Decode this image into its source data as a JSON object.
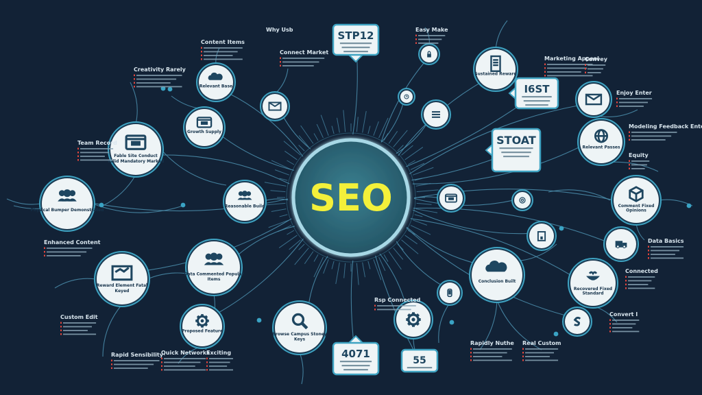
{
  "hub": {
    "label": "SEO"
  },
  "colors": {
    "background": "#122236",
    "hub_fill": "#2d6b78",
    "hub_ring": "#a8d8e6",
    "node_fill": "#eef4f6",
    "node_ring": "#3fa3c2",
    "line": "#4c8fae",
    "accent_red": "#e0463e",
    "seo_text": "#f3f03a"
  },
  "boxes": [
    {
      "id": "stp12",
      "title": "STP12",
      "icon": "none"
    },
    {
      "id": "i6st",
      "title": "I6ST",
      "icon": "none"
    },
    {
      "id": "stoat",
      "title": "STOAT",
      "icon": "none"
    },
    {
      "id": "n4071",
      "title": "4071",
      "icon": "none"
    },
    {
      "id": "n55",
      "title": "55",
      "icon": "none"
    }
  ],
  "nodes": [
    {
      "id": "team-left",
      "icon": "people-icon",
      "label": "Physical Bumper Demonstrated"
    },
    {
      "id": "browser",
      "icon": "browser-icon",
      "label": "Fable Site Conduct Valid Mandatory Marked"
    },
    {
      "id": "screen-a",
      "icon": "monitor-icon",
      "label": "Growth Supply"
    },
    {
      "id": "cloud-a",
      "icon": "cloud-icon",
      "label": "Relevant Base"
    },
    {
      "id": "mail-a",
      "icon": "mail-icon",
      "label": ""
    },
    {
      "id": "team-mid",
      "icon": "people-icon",
      "label": "Reasonable Build"
    },
    {
      "id": "chart-l",
      "icon": "chart-icon",
      "label": "Reward Element Fatal Keyed"
    },
    {
      "id": "team-low",
      "icon": "people-icon",
      "label": "Data Commented Popular Items"
    },
    {
      "id": "gear-low",
      "icon": "gear-icon",
      "label": "Proposed Feature"
    },
    {
      "id": "search",
      "icon": "search-icon",
      "label": "Browse Campus Stoney Keys"
    },
    {
      "id": "small-top1",
      "icon": "lock-icon",
      "label": ""
    },
    {
      "id": "small-top2",
      "icon": "clock-icon",
      "label": ""
    },
    {
      "id": "doc-r",
      "icon": "document-icon",
      "label": "Sustained Reward"
    },
    {
      "id": "list-r",
      "icon": "list-icon",
      "label": ""
    },
    {
      "id": "mail-r",
      "icon": "mail-icon",
      "label": ""
    },
    {
      "id": "globe-r",
      "icon": "globe-icon",
      "label": "Relevant Passes"
    },
    {
      "id": "frame-r",
      "icon": "frame-icon",
      "label": ""
    },
    {
      "id": "at-r",
      "icon": "at-icon",
      "label": ""
    },
    {
      "id": "box-r",
      "icon": "cube-icon",
      "label": "Comment Fixed Opinions"
    },
    {
      "id": "building-r",
      "icon": "building-icon",
      "label": ""
    },
    {
      "id": "truck-r",
      "icon": "truck-icon",
      "label": ""
    },
    {
      "id": "cloud-r",
      "icon": "cloud-icon",
      "label": "Conclusion Built"
    },
    {
      "id": "bowl-r",
      "icon": "bowl-icon",
      "label": "Recovered Fixed Standard"
    },
    {
      "id": "phone-r",
      "icon": "phone-icon",
      "label": ""
    },
    {
      "id": "gear-c",
      "icon": "gear-icon",
      "label": ""
    },
    {
      "id": "snake-r",
      "icon": "dollar-icon",
      "label": ""
    }
  ],
  "captions": [
    {
      "id": "cap-why",
      "title": "Why Usb"
    },
    {
      "id": "cap-content",
      "title": "Content Items"
    },
    {
      "id": "cap-connect",
      "title": "Connect Market"
    },
    {
      "id": "cap-creativity",
      "title": "Creativity Rarely"
    },
    {
      "id": "cap-teams",
      "title": "Team Record"
    },
    {
      "id": "cap-enhanced",
      "title": "Enhanced Content"
    },
    {
      "id": "cap-custom",
      "title": "Custom Edit"
    },
    {
      "id": "cap-rapid",
      "title": "Rapid Sensibility"
    },
    {
      "id": "cap-quick",
      "title": "Quick Networks"
    },
    {
      "id": "cap-exciting",
      "title": "Exciting"
    },
    {
      "id": "cap-easy",
      "title": "Easy Make"
    },
    {
      "id": "cap-marketing",
      "title": "Marketing Appeal"
    },
    {
      "id": "cap-convey",
      "title": "Convey"
    },
    {
      "id": "cap-enjoy",
      "title": "Enjoy Enter"
    },
    {
      "id": "cap-modeling",
      "title": "Modeling Feedback Entering"
    },
    {
      "id": "cap-equity",
      "title": "Equity"
    },
    {
      "id": "cap-data",
      "title": "Data Basics"
    },
    {
      "id": "cap-connected",
      "title": "Connected"
    },
    {
      "id": "cap-convert",
      "title": "Convert I"
    },
    {
      "id": "cap-rapid-note",
      "title": "Rapidly Nuthe"
    },
    {
      "id": "cap-real",
      "title": "Real Custom"
    },
    {
      "id": "cap-rsp",
      "title": "Rsp Connected"
    }
  ]
}
